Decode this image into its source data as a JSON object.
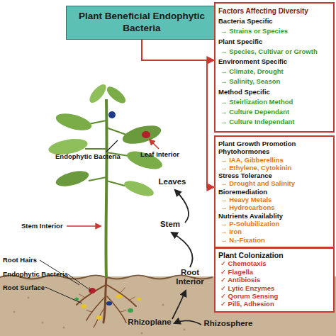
{
  "diagram": {
    "nodes": [
      {
        "text": [
          "Plant Beneficial Endophytic Bacteria"
        ]
      },
      {
        "text": [
          "Factors Affecting Diversity",
          "Bacteria Specific",
          "→ Strains or Species",
          "Plant Specific",
          "→ Species, Cultivar or Growth",
          "Environment Specific",
          "→ Climate, Drought",
          "→ Salinity, Season",
          "Method Specific",
          "→ Steirlization Method",
          "→ Culture Dependant",
          "→ Culture Independant"
        ]
      },
      {
        "text": [
          "Plant Growth Promotion",
          "Phytohormones",
          "→ IAA, Gibberellins",
          "→ Ethylene, Cytokinin",
          "Stress Tolerance",
          "→ Drought and Salinity",
          "Bioremediation",
          "→ Heavy Metals",
          "→ Hydrocarbons",
          "Nutrients Availablity",
          "→ P-Solubilization",
          "→ Iron",
          "→ N₂-Fixation"
        ]
      },
      {
        "text": [
          "Leaves"
        ]
      },
      {
        "text": [
          "Stem"
        ]
      },
      {
        "text": [
          "Root Interior"
        ]
      },
      {
        "text": [
          "Plant Colonization",
          "✓ Chemotaxis",
          "✓ Flagella",
          "✓ Antibiosis",
          "✓ Lytic Enzymes",
          "✓ Qorum Sensing",
          "✓ Pilli, Adhesion"
        ]
      },
      {
        "text": [
          "Rhizoplane"
        ]
      },
      {
        "text": [
          "Rhizosphere"
        ]
      }
    ],
    "edges": [
      {
        "from": 0,
        "to": 1,
        "arrow": "to"
      },
      {
        "from": 0,
        "to": 2,
        "arrow": "to"
      },
      {
        "from": 8,
        "to": 7,
        "arrow": "to"
      },
      {
        "from": 7,
        "to": 5,
        "arrow": "to"
      },
      {
        "from": 5,
        "to": 4,
        "arrow": "to"
      },
      {
        "from": 4,
        "to": 3,
        "arrow": "to"
      }
    ],
    "labels": [
      "Endophytic Bacteria",
      "Leaf Interior",
      "Stem Interior",
      "Root Hairs",
      "Endophytic Bacteria",
      "Root Surface"
    ]
  }
}
